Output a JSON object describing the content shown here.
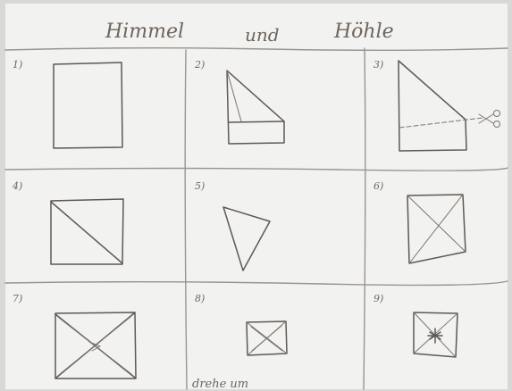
{
  "title": {
    "word1": "Himmel",
    "word2": "und",
    "word3": "Höhle"
  },
  "steps": [
    {
      "number": "1)",
      "shape": "square"
    },
    {
      "number": "2)",
      "shape": "folded-triangle"
    },
    {
      "number": "3)",
      "shape": "cut-strip",
      "icon": "scissors-icon"
    },
    {
      "number": "4)",
      "shape": "diagonal-fold"
    },
    {
      "number": "5)",
      "shape": "triangle"
    },
    {
      "number": "6)",
      "shape": "square-with-creases"
    },
    {
      "number": "7)",
      "shape": "fold-corners-to-center"
    },
    {
      "number": "8)",
      "shape": "smaller-square-with-x"
    },
    {
      "number": "9)",
      "shape": "square-with-star"
    }
  ],
  "notes": {
    "step8": "drehe um"
  },
  "colors": {
    "paper": "#f2f2f0",
    "pencil": "#5f5852",
    "background": "#d8d8d6"
  }
}
